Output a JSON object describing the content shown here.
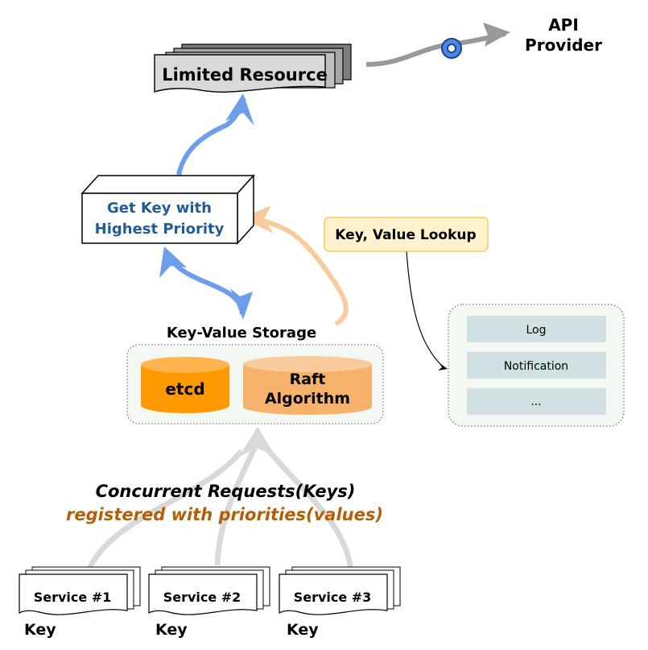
{
  "api_provider": {
    "line1": "API",
    "line2": "Provider"
  },
  "limited_resource": {
    "label": "Limited Resource"
  },
  "get_key": {
    "line1": "Get Key with",
    "line2": "Highest Priority"
  },
  "lookup": {
    "label": "Key, Value Lookup"
  },
  "storage": {
    "title": "Key-Value Storage",
    "etcd": "etcd",
    "raft_line1": "Raft",
    "raft_line2": "Algorithm"
  },
  "panel": {
    "items": [
      "Log",
      "Notification",
      "..."
    ]
  },
  "requests": {
    "line1": "Concurrent Requests(Keys)",
    "line2": "registered with priorities(values)"
  },
  "services": [
    {
      "label": "Service #1",
      "key": "Key"
    },
    {
      "label": "Service #2",
      "key": "Key"
    },
    {
      "label": "Service #3",
      "key": "Key"
    }
  ],
  "colors": {
    "blue_arrow": "#6d9eeb",
    "grey_arrow": "#999999",
    "light_grey_arrow": "#d9d9d9",
    "peach_arrow": "#f9cb9c",
    "etcd_fill": "#ff9900",
    "raft_fill": "#f6b26b",
    "lookup_fill": "#fff2cc",
    "panel_item_fill": "#d0e0e3",
    "blue_text": "#1f5c99",
    "orange_text": "#b45f06"
  }
}
